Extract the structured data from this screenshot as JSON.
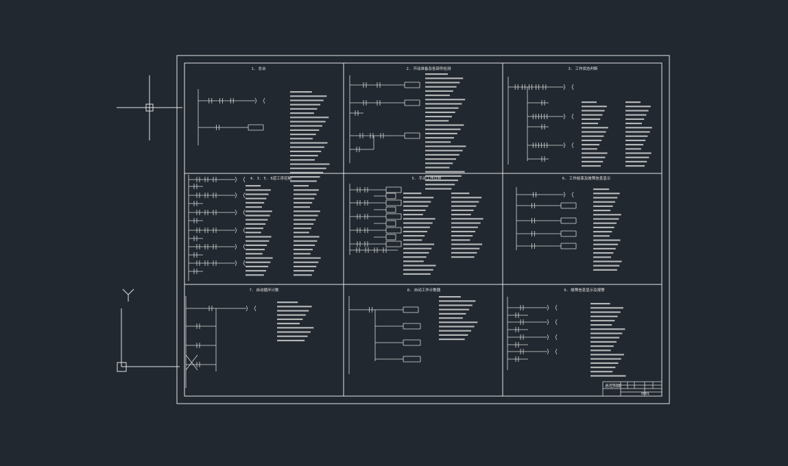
{
  "colors": {
    "background": "#212830",
    "line": "#e6e6e6"
  },
  "ucs": {
    "y_label": "Y"
  },
  "panels": [
    {
      "title": "1. 总台"
    },
    {
      "title": "2. 开动准备及各部件检测"
    },
    {
      "title": "3. 工作状态判断"
    },
    {
      "title": "4. 3. 5. 6道工序控制"
    },
    {
      "title": "5. 手动工作过程"
    },
    {
      "title": "6. 工作结束及故障信息显示"
    },
    {
      "title": "7. 自动循环计数"
    },
    {
      "title": "8. 自动工作计数器"
    },
    {
      "title": "9. 故障信息显示及报警"
    }
  ],
  "title_block": {
    "label": "总控制图",
    "number": "0001"
  }
}
